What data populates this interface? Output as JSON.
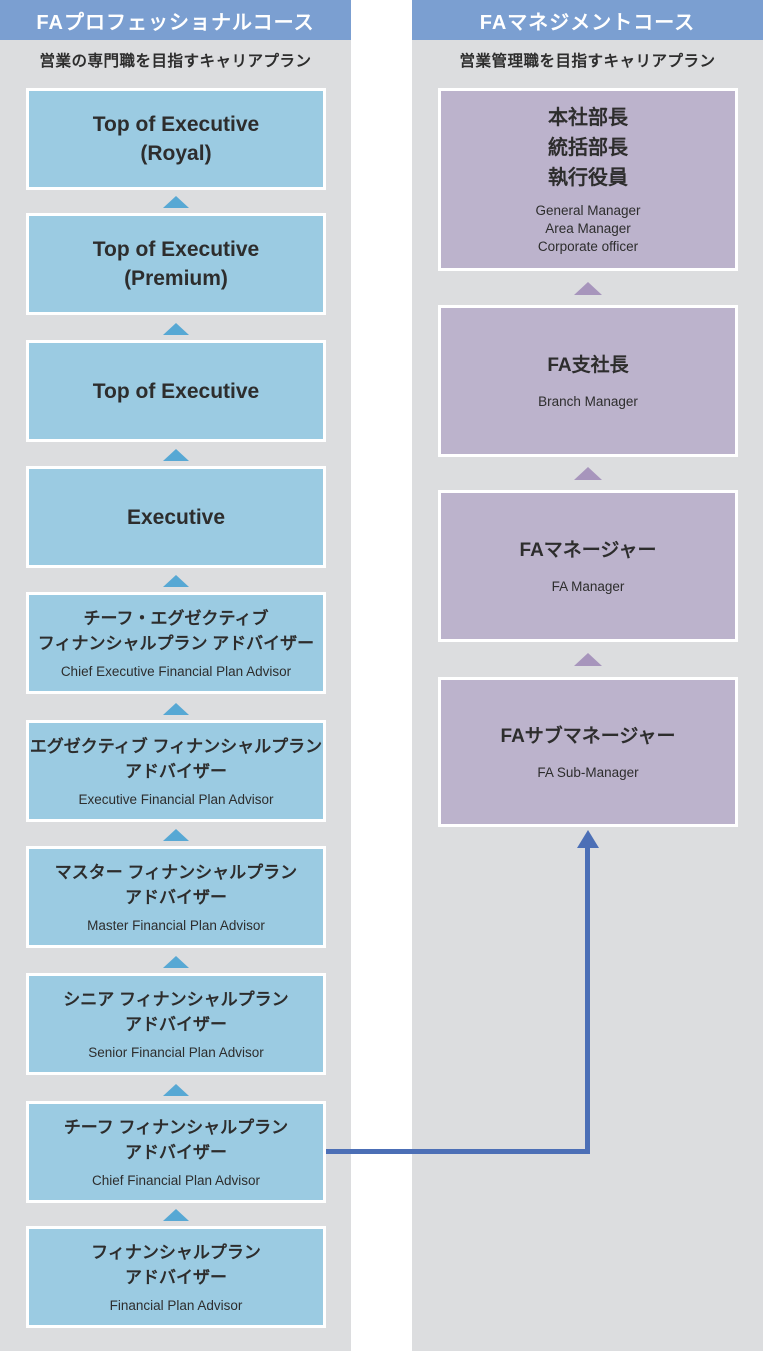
{
  "colors": {
    "header_bar": "#7b9fd1",
    "header_text": "#ffffff",
    "column_bg": "#dcdddf",
    "pro_box": "#9bcbe2",
    "pro_arrow": "#57a8d4",
    "mgmt_box": "#bcb3cc",
    "mgmt_arrow": "#a795bc",
    "connector": "#4c6fb6",
    "text_dark": "#2d2d2d"
  },
  "professional": {
    "header": "FAプロフェッショナルコース",
    "subtitle": "営業の専門職を目指すキャリアプラン",
    "levels": [
      {
        "title": "Top of Executive\n(Royal)",
        "subtitle": ""
      },
      {
        "title": "Top of Executive\n(Premium)",
        "subtitle": ""
      },
      {
        "title": "Top of Executive",
        "subtitle": ""
      },
      {
        "title": "Executive",
        "subtitle": ""
      },
      {
        "title": "チーフ・エグゼクティブ\nフィナンシャルプラン アドバイザー",
        "subtitle": "Chief Executive Financial Plan Advisor"
      },
      {
        "title": "エグゼクティブ フィナンシャルプラン\nアドバイザー",
        "subtitle": "Executive Financial Plan Advisor"
      },
      {
        "title": "マスター フィナンシャルプラン\nアドバイザー",
        "subtitle": "Master Financial Plan Advisor"
      },
      {
        "title": "シニア フィナンシャルプラン\nアドバイザー",
        "subtitle": "Senior Financial Plan Advisor"
      },
      {
        "title": "チーフ フィナンシャルプラン\nアドバイザー",
        "subtitle": "Chief Financial Plan Advisor"
      },
      {
        "title": "フィナンシャルプラン\nアドバイザー",
        "subtitle": "Financial Plan Advisor"
      }
    ]
  },
  "management": {
    "header": "FAマネジメントコース",
    "subtitle": "営業管理職を目指すキャリアプラン",
    "levels": [
      {
        "title": "本社部長\n統括部長\n執行役員",
        "subtitle": "General Manager\nArea Manager\nCorporate officer"
      },
      {
        "title": "FA支社長",
        "subtitle": "Branch Manager"
      },
      {
        "title": "FAマネージャー",
        "subtitle": "FA Manager"
      },
      {
        "title": "FAサブマネージャー",
        "subtitle": "FA Sub-Manager"
      }
    ]
  }
}
